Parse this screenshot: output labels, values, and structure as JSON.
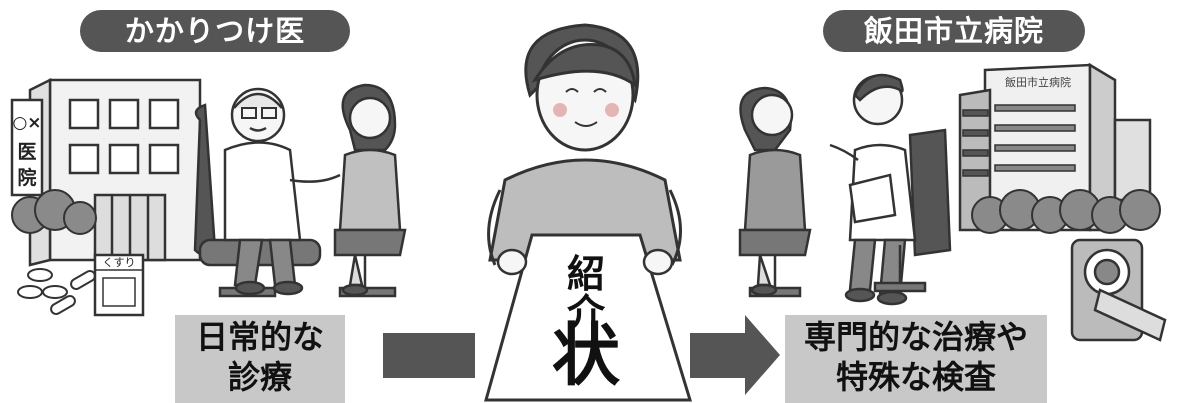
{
  "left_label": "かかりつけ医",
  "right_label": "飯田市立病院",
  "left_caption": [
    "日常的な",
    "診療"
  ],
  "right_caption": [
    "専門的な治療や",
    "特殊な検査"
  ],
  "document": {
    "line1": "紹",
    "line2": "介",
    "line3": "状"
  },
  "clinic_sign": [
    "○×",
    "医",
    "院"
  ],
  "medicine_label": "くすり",
  "hospital_sign": "飯田市立病院",
  "colors": {
    "pill": "#555555",
    "caption_box": "#c8c8c8",
    "arrow": "#555555"
  }
}
